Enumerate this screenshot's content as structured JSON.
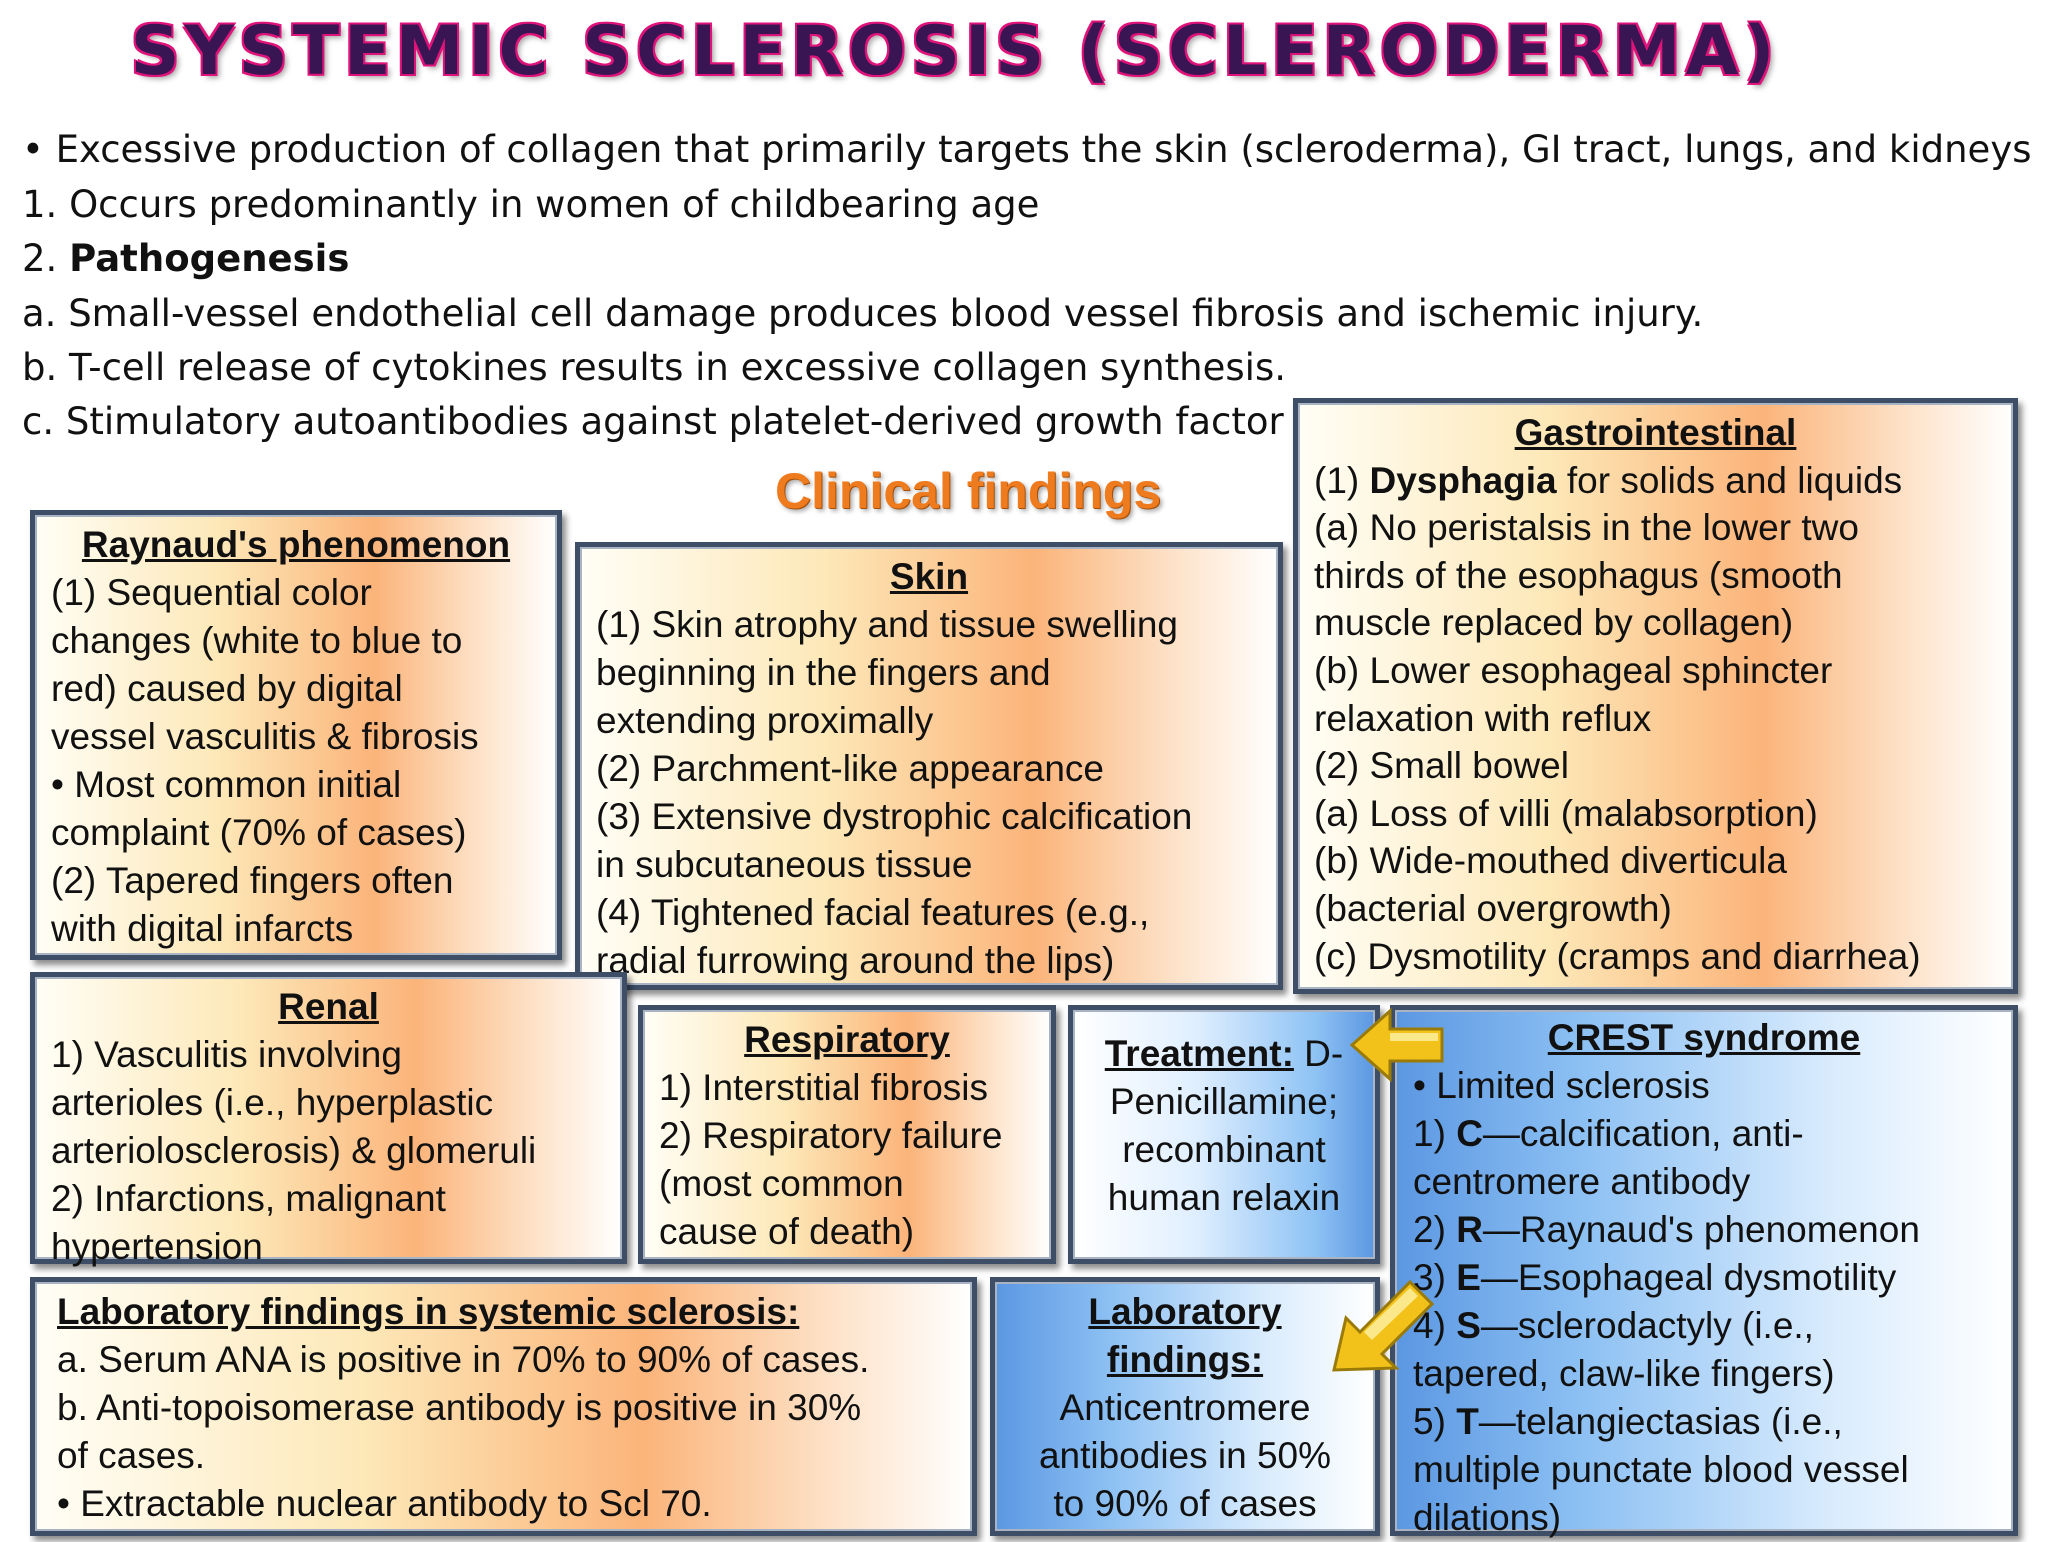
{
  "title": "SYSTEMIC SCLEROSIS (SCLERODERMA)",
  "intro": {
    "line1": "• Excessive production of collagen that primarily targets the skin (scleroderma), GI tract, lungs, and kidneys",
    "line2": "1. Occurs predominantly in women of childbearing age",
    "line3_prefix": "2. ",
    "line3_bold": "Pathogenesis",
    "line4": "a. Small-vessel endothelial cell damage produces blood vessel fibrosis and ischemic injury.",
    "line5": "b. T-cell release of cytokines results in excessive collagen synthesis.",
    "line6": "c. Stimulatory autoantibodies against platelet-derived growth factor"
  },
  "clinical_findings": "Clinical findings",
  "raynaud": {
    "heading": "Raynaud's phenomenon",
    "lines": [
      "(1) Sequential color",
      "changes (white to blue to",
      "red) caused by digital",
      "vessel vasculitis & fibrosis",
      "• Most common initial",
      "complaint (70% of cases)",
      "(2) Tapered fingers often",
      "with digital infarcts"
    ]
  },
  "skin": {
    "heading": "Skin",
    "lines": [
      "(1) Skin atrophy and tissue swelling",
      "beginning in the fingers and",
      "extending proximally",
      "(2) Parchment-like appearance",
      "(3) Extensive dystrophic calcification",
      "in subcutaneous tissue",
      "(4) Tightened facial features (e.g.,",
      "radial furrowing around the lips)"
    ]
  },
  "gi": {
    "heading": "Gastrointestinal",
    "line1_prefix": "(1) ",
    "line1_bold": "Dysphagia",
    "line1_rest": " for solids and liquids",
    "lines": [
      "(a) No peristalsis in the lower two",
      "thirds of the esophagus (smooth",
      "muscle replaced by collagen)",
      "(b) Lower esophageal sphincter",
      "relaxation with reflux",
      "(2) Small bowel",
      "(a) Loss of villi (malabsorption)",
      "(b) Wide-mouthed diverticula",
      "(bacterial overgrowth)",
      "(c) Dysmotility (cramps and diarrhea)"
    ]
  },
  "renal": {
    "heading": "Renal",
    "lines": [
      "1) Vasculitis involving",
      "arterioles (i.e., hyperplastic",
      "arteriolosclerosis) & glomeruli",
      "2) Infarctions, malignant",
      "hypertension"
    ]
  },
  "respiratory": {
    "heading": "Respiratory",
    "lines": [
      "1) Interstitial fibrosis",
      "2) Respiratory failure",
      "(most common",
      "cause of death)"
    ]
  },
  "treatment": {
    "heading": "Treatment:",
    "line1_rest": " D-",
    "lines": [
      "Penicillamine;",
      "recombinant",
      "human relaxin"
    ]
  },
  "crest": {
    "heading": "CREST syndrome",
    "line0": "• Limited sclerosis",
    "items": [
      {
        "prefix": "1) ",
        "letter": "C",
        "text": "—calcification, anti-"
      },
      {
        "prefix": "",
        "letter": "",
        "text": "centromere antibody"
      },
      {
        "prefix": "2) ",
        "letter": "R",
        "text": "—Raynaud's phenomenon"
      },
      {
        "prefix": "3) ",
        "letter": "E",
        "text": "—Esophageal dysmotility"
      },
      {
        "prefix": "4) ",
        "letter": "S",
        "text": "—sclerodactyly (i.e.,"
      },
      {
        "prefix": "",
        "letter": "",
        "text": "tapered, claw-like fingers)"
      },
      {
        "prefix": "5) ",
        "letter": "T",
        "text": "—telangiectasias (i.e.,"
      },
      {
        "prefix": "",
        "letter": "",
        "text": "multiple punctate blood vessel"
      },
      {
        "prefix": "",
        "letter": "",
        "text": "dilations)"
      }
    ]
  },
  "lab_ss": {
    "heading": "Laboratory findings in systemic sclerosis:",
    "lines": [
      "a. Serum ANA is positive in 70% to 90% of cases.",
      "b. Anti-topoisomerase antibody is positive in 30%",
      "of cases.",
      "• Extractable nuclear antibody to Scl 70."
    ]
  },
  "lab_crest": {
    "heading1": "Laboratory",
    "heading2": "findings:",
    "lines": [
      "Anticentromere",
      "antibodies in 50%",
      "to 90% of cases"
    ]
  },
  "colors": {
    "title": "#3a1553",
    "title_outline": "#e0137a",
    "clinical": "#ef7b1f",
    "border": "#3d4e66",
    "arrow_fill": "#f3c21a"
  },
  "icons": [
    "arrow-left-icon",
    "arrow-down-left-icon"
  ]
}
